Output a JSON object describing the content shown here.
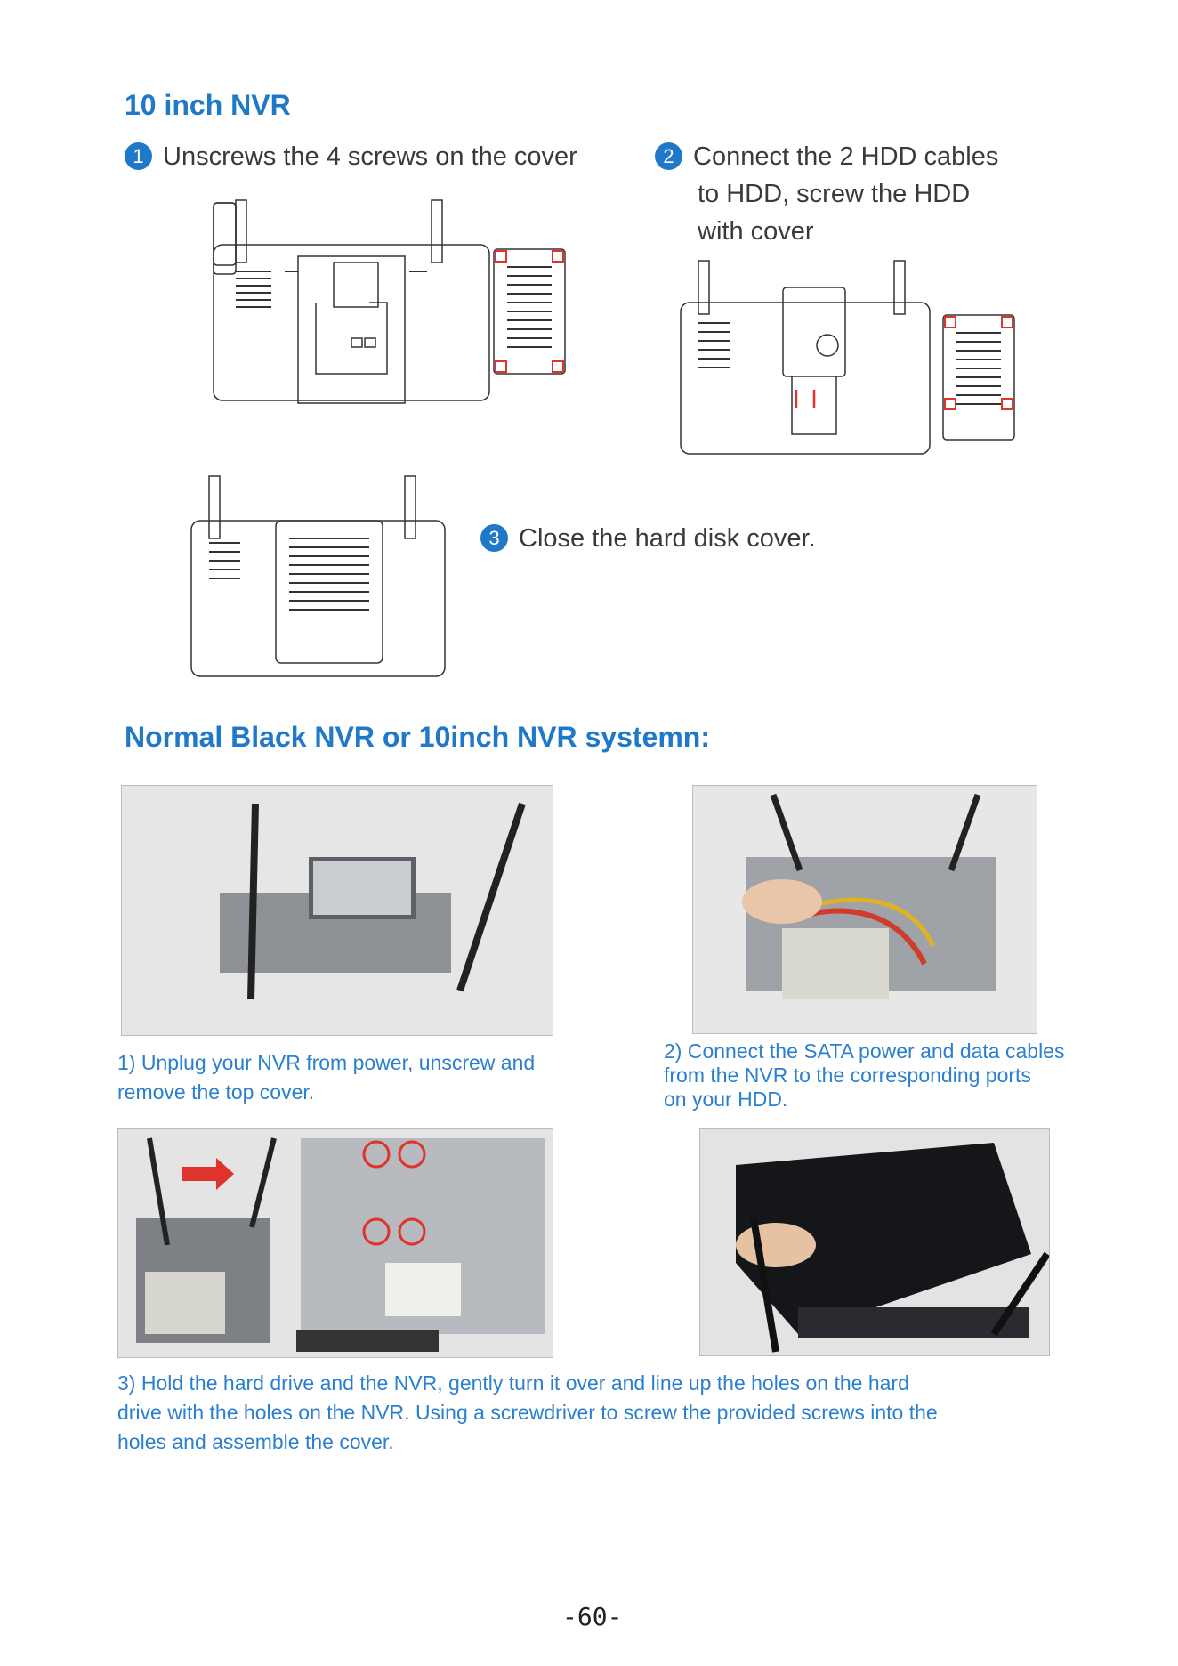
{
  "section1": {
    "title": "10 inch NVR",
    "steps": [
      {
        "num": "1",
        "text": "Unscrews the 4 screws on the cover"
      },
      {
        "num": "2",
        "line1": "Connect the 2 HDD cables",
        "line2": "to HDD, screw the HDD",
        "line3": "with cover"
      },
      {
        "num": "3",
        "text": "Close the hard disk cover."
      }
    ]
  },
  "section2": {
    "title": "Normal Black NVR or 10inch NVR systemn:",
    "captions": [
      {
        "line1": "1) Unplug your NVR from power, unscrew and",
        "line2": "remove the top cover."
      },
      {
        "line1": "2) Connect the SATA power and data cables",
        "line2": "from the NVR to the corresponding ports",
        "line3": "on your HDD."
      },
      {
        "line1": "3) Hold the hard drive and the NVR, gently turn it over and line up the holes on the hard",
        "line2": "drive with the holes on the NVR. Using a screwdriver  to screw the provided screws into the",
        "line3": "holes and assemble the cover."
      }
    ]
  },
  "footer": {
    "page": "-60-"
  },
  "colors": {
    "accent": "#1f78c8",
    "highlight_red": "#e0332b"
  }
}
